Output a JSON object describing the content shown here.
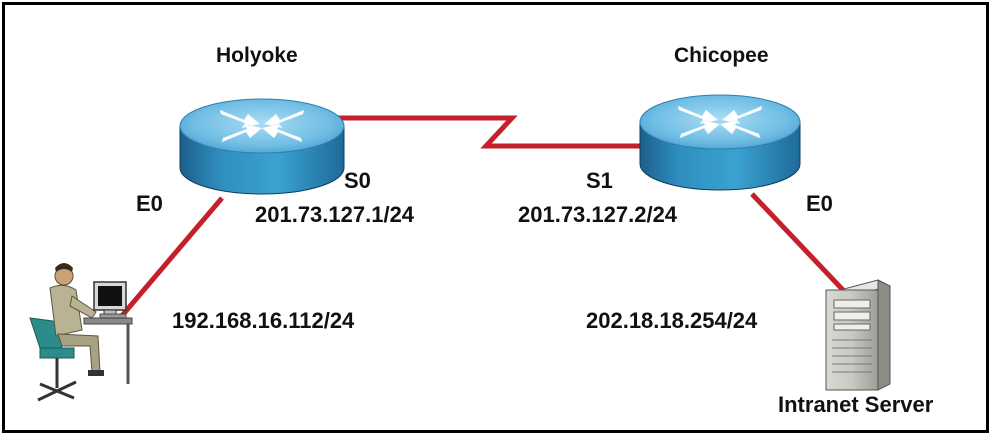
{
  "routers": {
    "left": {
      "name": "Holyoke"
    },
    "right": {
      "name": "Chicopee"
    }
  },
  "interfaces": {
    "holyoke_e0": "E0",
    "holyoke_s0": "S0",
    "chicopee_s1": "S1",
    "chicopee_e0": "E0"
  },
  "addresses": {
    "holyoke_s0": "201.73.127.1/24",
    "chicopee_s1": "201.73.127.2/24",
    "workstation": "192.168.16.112/24",
    "server": "202.18.18.254/24"
  },
  "devices": {
    "server_label": "Intranet Server"
  },
  "colors": {
    "ethernet_link": "#c41f2a",
    "serial_link": "#c41f2a",
    "router_body": "#2f8fbf",
    "router_top": "#7fc6ea"
  },
  "icons": [
    "router-icon",
    "router-icon",
    "workstation-user-icon",
    "server-tower-icon"
  ]
}
